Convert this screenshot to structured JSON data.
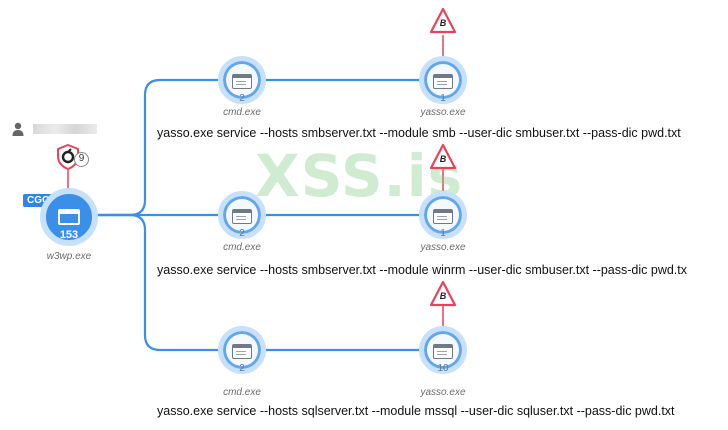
{
  "watermark": "XSS.is",
  "user": {
    "name_redacted": true
  },
  "root": {
    "tag": "CGO",
    "count": "153",
    "process": "w3wp.exe",
    "detection_count": "9"
  },
  "branches": [
    {
      "cmd": {
        "count": "2",
        "process": "cmd.exe"
      },
      "child": {
        "count": "1",
        "process": "yasso.exe",
        "alert_letter": "B"
      },
      "command_line": "yasso.exe service --hosts smbserver.txt --module smb --user-dic smbuser.txt --pass-dic pwd.txt"
    },
    {
      "cmd": {
        "count": "2",
        "process": "cmd.exe"
      },
      "child": {
        "count": "1",
        "process": "yasso.exe",
        "alert_letter": "B"
      },
      "command_line": "yasso.exe service --hosts smbserver.txt --module winrm --user-dic smbuser.txt --pass-dic pwd.tx"
    },
    {
      "cmd": {
        "count": "2",
        "process": "cmd.exe"
      },
      "child": {
        "count": "10",
        "process": "yasso.exe",
        "alert_letter": "B"
      },
      "command_line": "yasso.exe service --hosts sqlserver.txt --module mssql --user-dic sqluser.txt --pass-dic pwd.txt"
    }
  ],
  "colors": {
    "edge": "#3a8fe9",
    "node_ring": "#c7e0fb",
    "alert": "#e8435a",
    "watermark": "#78c878"
  }
}
